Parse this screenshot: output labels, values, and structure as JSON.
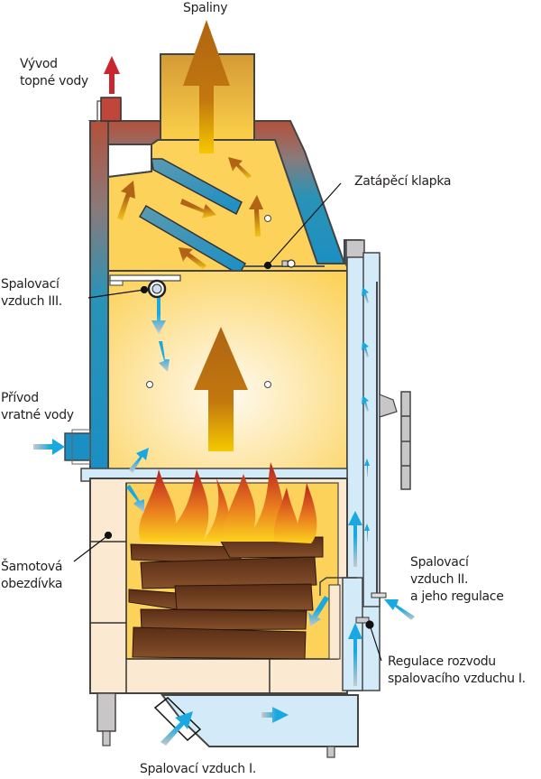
{
  "title": "Řez kotlem na dřevo",
  "labels": {
    "spaliny": {
      "lines": [
        "Spaliny"
      ]
    },
    "vyvod": {
      "lines": [
        "Vývod",
        "topné vody"
      ]
    },
    "zatapeci": {
      "lines": [
        "Zatápěcí klapka"
      ]
    },
    "vzduch3": {
      "lines": [
        "Spalovací",
        "vzduch III."
      ]
    },
    "privod": {
      "lines": [
        "Přívod",
        "vratné vody"
      ]
    },
    "samot": {
      "lines": [
        "Šamotová",
        "obezdívka"
      ]
    },
    "vzduch2": {
      "lines": [
        "Spalovací",
        "vzduch II.",
        "a jeho regulace"
      ]
    },
    "regulace": {
      "lines": [
        "Regulace rozvodu",
        "spalovacího vzduchu I."
      ]
    },
    "vzduch1": {
      "lines": [
        "Spalovací vzduch I."
      ]
    }
  },
  "colors": {
    "hot_water": "#c0392b",
    "cold_water": "#1a8fc4",
    "flue_gas": "#b5651d",
    "air": "#1aa8e0",
    "chamber": "#fcd25a",
    "firebrick": "#fbe9d2",
    "wood": "#6b3a1f",
    "steel": "#c8c6c6",
    "air_duct": "#d3ebf8"
  }
}
